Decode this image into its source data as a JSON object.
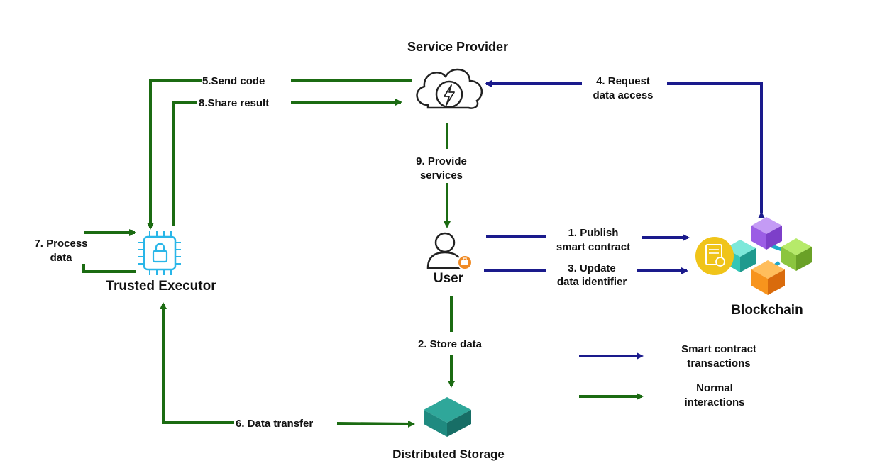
{
  "colors": {
    "contract": "#1a1a8c",
    "normal": "#1b6b12",
    "executor_icon": "#29b6e8",
    "storage": "#1f8a80",
    "cloud_bolt": "#222222",
    "user_badge": "#f08a24"
  },
  "nodes": {
    "service_provider": "Service Provider",
    "trusted_executor": "Trusted Executor",
    "user": "User",
    "blockchain": "Blockchain",
    "distributed_storage": "Distributed Storage"
  },
  "icons": {
    "service_provider": "cloud-lightning-icon",
    "trusted_executor": "locked-chip-icon",
    "user": "user-briefcase-icon",
    "blockchain": "blockchain-cubes-icon",
    "distributed_storage": "storage-cube-icon"
  },
  "edges": {
    "publish": [
      "1. Publish",
      "smart contract"
    ],
    "store": [
      "2. Store data"
    ],
    "update": [
      "3. Update",
      "data identifier"
    ],
    "request": [
      "4. Request",
      "data access"
    ],
    "send_code": [
      "5.Send code"
    ],
    "transfer": [
      "6. Data transfer"
    ],
    "process": [
      "7. Process",
      "data"
    ],
    "share": [
      "8.Share result"
    ],
    "provide": [
      "9. Provide",
      "services"
    ]
  },
  "legend": {
    "contract": [
      "Smart contract",
      "transactions"
    ],
    "normal": [
      "Normal",
      "interactions"
    ]
  }
}
